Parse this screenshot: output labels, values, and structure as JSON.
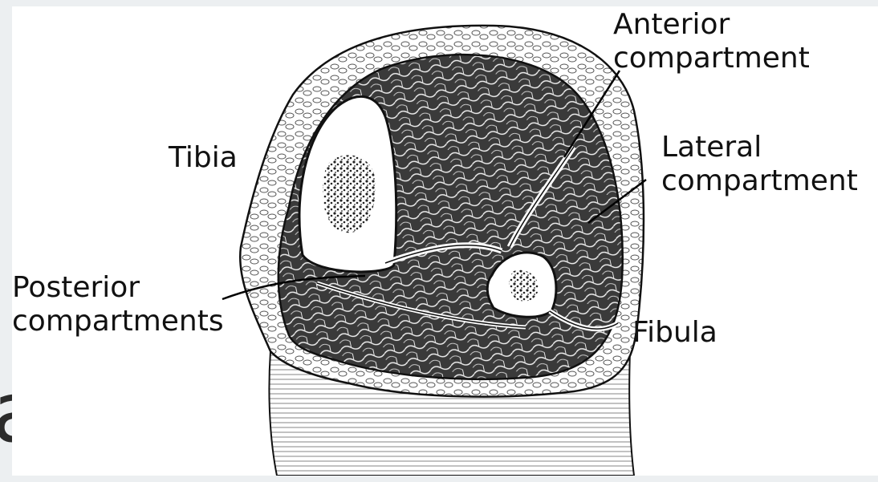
{
  "background_fragment": "a",
  "labels": {
    "anterior_line1": "Anterior",
    "anterior_line2": "compartment",
    "lateral_line1": "Lateral",
    "lateral_line2": "compartment",
    "tibia": "Tibia",
    "posterior_line1": "Posterior",
    "posterior_line2": "compartments",
    "fibula": "Fibula"
  }
}
